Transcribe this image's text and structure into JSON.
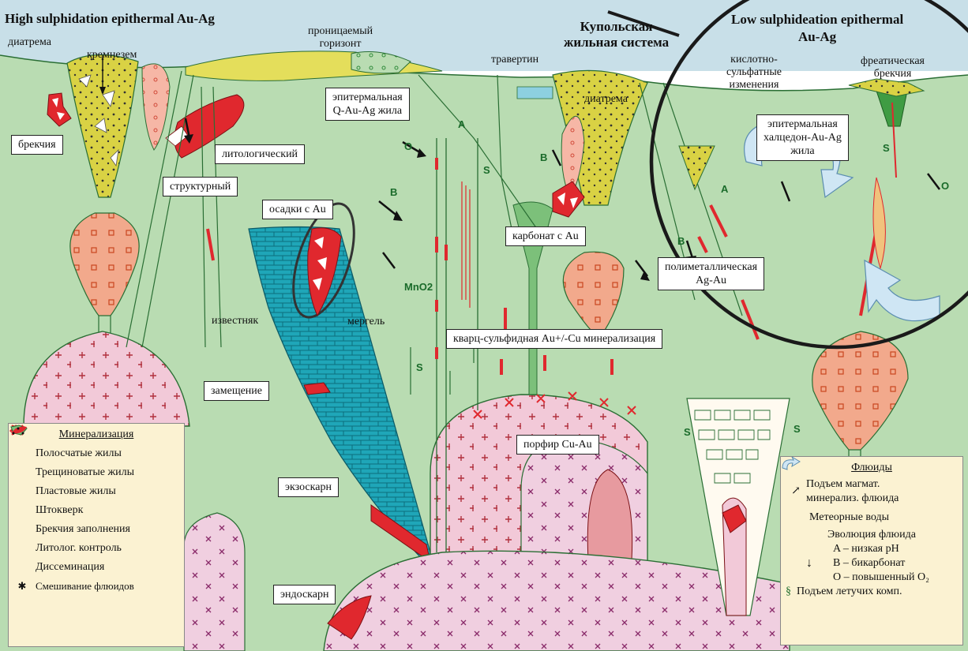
{
  "titles": {
    "high": "High sulphidation epithermal Au-Ag",
    "kupol": "Купольская\nжильная система",
    "low": "Low sulphideation epithermal\nAu-Ag"
  },
  "top_labels": {
    "diatreme_left": "диатрема",
    "silica": "кремнезем",
    "permeable": "проницаемый\nгоризонт",
    "travertine": "травертин",
    "diatreme_mid": "диатрема",
    "acid_sulfate": "кислотно-\nсульфатные\nизменения",
    "phreatic": "фреатическая\nбрекчия",
    "limestone": "известняк",
    "marl": "мергель"
  },
  "boxes": {
    "breccia": "брекчия",
    "lithologic": "литологический",
    "structural": "структурный",
    "epithermal_q": "эпитермальная\nQ-Au-Ag жила",
    "sediments_au": "осадки с Au",
    "carbonate_au": "карбонат с Au",
    "chalcedony": "эпитермальная\nхалцедон-Au-Ag\nжила",
    "polymetallic": "полиметаллическая\nAg-Au",
    "quartz_sulfide": "кварц-сульфидная Au+/-Cu минерализация",
    "replacement": "замещение",
    "porphyry": "порфир Cu-Au",
    "exoskarn": "экзоскарн",
    "endoskarn": "эндоскарн"
  },
  "letters": {
    "A": "A",
    "B": "B",
    "O": "O",
    "S": "S",
    "MnO2": "MnO2"
  },
  "legend_left": {
    "title": "Минерализация",
    "items": [
      {
        "icon": "banded-vein-icon",
        "label": "Полосчатые жилы"
      },
      {
        "icon": "fracture-vein-icon",
        "label": "Трещиноватые жилы"
      },
      {
        "icon": "sheeted-vein-icon",
        "label": "Пластовые жилы"
      },
      {
        "icon": "stockwork-icon",
        "label": "Штокверк"
      },
      {
        "icon": "breccia-fill-icon",
        "label": "Брекчия заполнения"
      },
      {
        "icon": "litho-control-icon",
        "label": "Литолог. контроль"
      },
      {
        "icon": "dissemination-icon",
        "label": "Диссеминация"
      },
      {
        "icon": "fluid-mixing-icon",
        "label": "Смешивание флюидов"
      }
    ]
  },
  "legend_right": {
    "title": "Флюиды",
    "rise": "Подъем магмат.\nминерализ. флюида",
    "meteoric": "Метеорные воды",
    "evolution": "Эволюция флюида",
    "a": "A – низкая pH",
    "b": "B – бикарбонат",
    "o": "O – повышенный O₂",
    "volatiles": "Подъем летучих комп."
  },
  "colors": {
    "sky": "#c8dfe8",
    "ground": "#b9dcb2",
    "limestone": "#1fa6b8",
    "intrusion": "#f2c9d8",
    "stock": "#f2a98c",
    "diatreme": "#d9d244",
    "ore": "#e0282e",
    "legend": "#fbf2d2"
  }
}
